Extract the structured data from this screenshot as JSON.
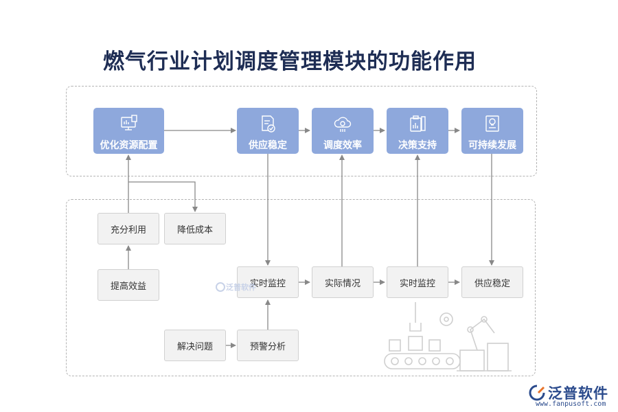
{
  "title": "燃气行业计划调度管理模块的功能作用",
  "top_row": [
    {
      "label": "优化资源配置",
      "icon": "computer-screen-icon"
    },
    {
      "label": "供应稳定",
      "icon": "document-check-icon"
    },
    {
      "label": "调度效率",
      "icon": "cloud-gear-icon"
    },
    {
      "label": "决策支持",
      "icon": "clipboard-chart-icon"
    },
    {
      "label": "可持续发展",
      "icon": "lightbulb-document-icon"
    }
  ],
  "bottom_nodes": {
    "full_use": "充分利用",
    "cost_reduction": "降低成本",
    "improve_benefit": "提高效益",
    "realtime_monitor_1": "实时监控",
    "actual_situation": "实际情况",
    "realtime_monitor_2": "实时监控",
    "supply_stable": "供应稳定",
    "solve_problem": "解决问题",
    "warning_analysis": "预警分析"
  },
  "watermark_small": "泛普软件",
  "logo": {
    "text": "泛普软件",
    "url": "www.fanpusoft.com"
  },
  "colors": {
    "blue_box": "#8ea8dc",
    "title": "#1e2d54",
    "line": "#888888",
    "logo": "#2a4a8c"
  }
}
